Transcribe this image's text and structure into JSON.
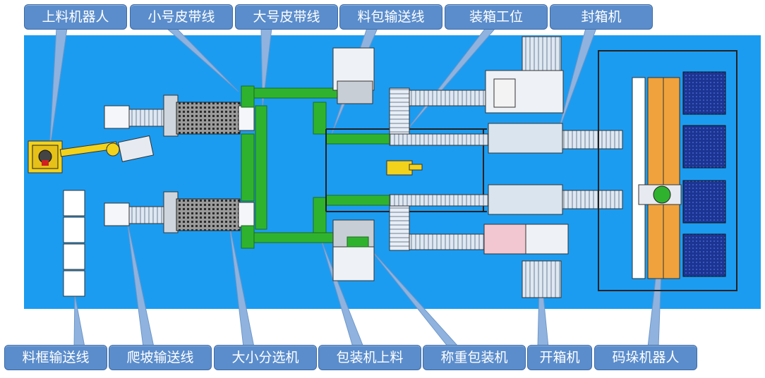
{
  "labels": {
    "loading_robot": "上料机器人",
    "small_belt_line": "小号皮带线",
    "large_belt_line": "大号皮带线",
    "bag_conveyor_line": "料包输送线",
    "packing_station": "装箱工位",
    "case_sealer": "封箱机",
    "crate_conveyor_line": "料框输送线",
    "incline_conveyor_line": "爬坡输送线",
    "size_sorter": "大小分选机",
    "packer_feeding": "包装机上料",
    "weighing_packer": "称重包装机",
    "case_erector": "开箱机",
    "palletizing_robot": "码垛机器人"
  },
  "colors": {
    "floor": "#1c9cf0",
    "callout": "#5b8dcc",
    "belt_green": "#2fb32f",
    "robot_yellow": "#f2d21b",
    "pallet_orange": "#f0a33c",
    "pallet_navy": "#1c3592"
  }
}
